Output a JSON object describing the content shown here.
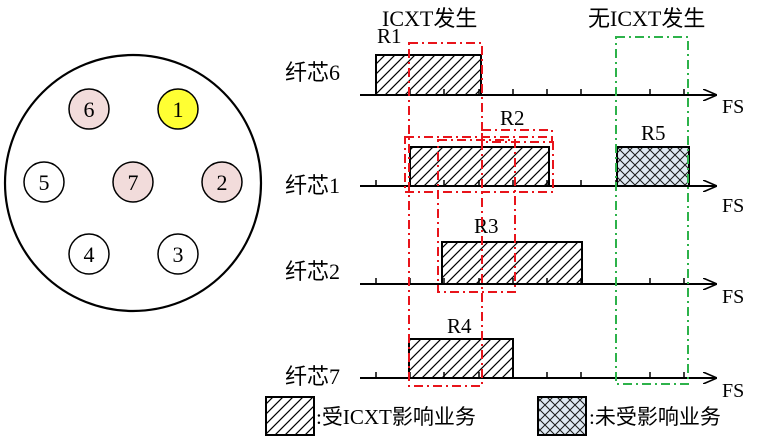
{
  "cross_section": {
    "cores": [
      {
        "label": "6",
        "fill": "#f2dcdb"
      },
      {
        "label": "1",
        "fill": "#ffff33"
      },
      {
        "label": "5",
        "fill": "#ffffff"
      },
      {
        "label": "7",
        "fill": "#f2dcdb"
      },
      {
        "label": "2",
        "fill": "#f2dcdb"
      },
      {
        "label": "4",
        "fill": "#ffffff"
      },
      {
        "label": "3",
        "fill": "#ffffff"
      }
    ]
  },
  "headers": {
    "icxt_occurs": "ICXT发生",
    "no_icxt": "无ICXT发生"
  },
  "rows": [
    {
      "label": "纤芯6",
      "axis": "FS"
    },
    {
      "label": "纤芯1",
      "axis": "FS"
    },
    {
      "label": "纤芯2",
      "axis": "FS"
    },
    {
      "label": "纤芯7",
      "axis": "FS"
    }
  ],
  "requests": [
    {
      "label": "R1",
      "row": 0,
      "type": "affected"
    },
    {
      "label": "R2",
      "row": 1,
      "type": "affected"
    },
    {
      "label": "R5",
      "row": 1,
      "type": "unaffected"
    },
    {
      "label": "R3",
      "row": 2,
      "type": "affected"
    },
    {
      "label": "R4",
      "row": 3,
      "type": "affected"
    }
  ],
  "legend": {
    "affected": ":受ICXT影响业务",
    "unaffected": ":未受影响业务"
  },
  "colors": {
    "icxt_box": "#e8141b",
    "no_icxt_box": "#2db24a",
    "unaffected_fill": "#dfe9f2",
    "affected_fill": "#ffffff"
  }
}
